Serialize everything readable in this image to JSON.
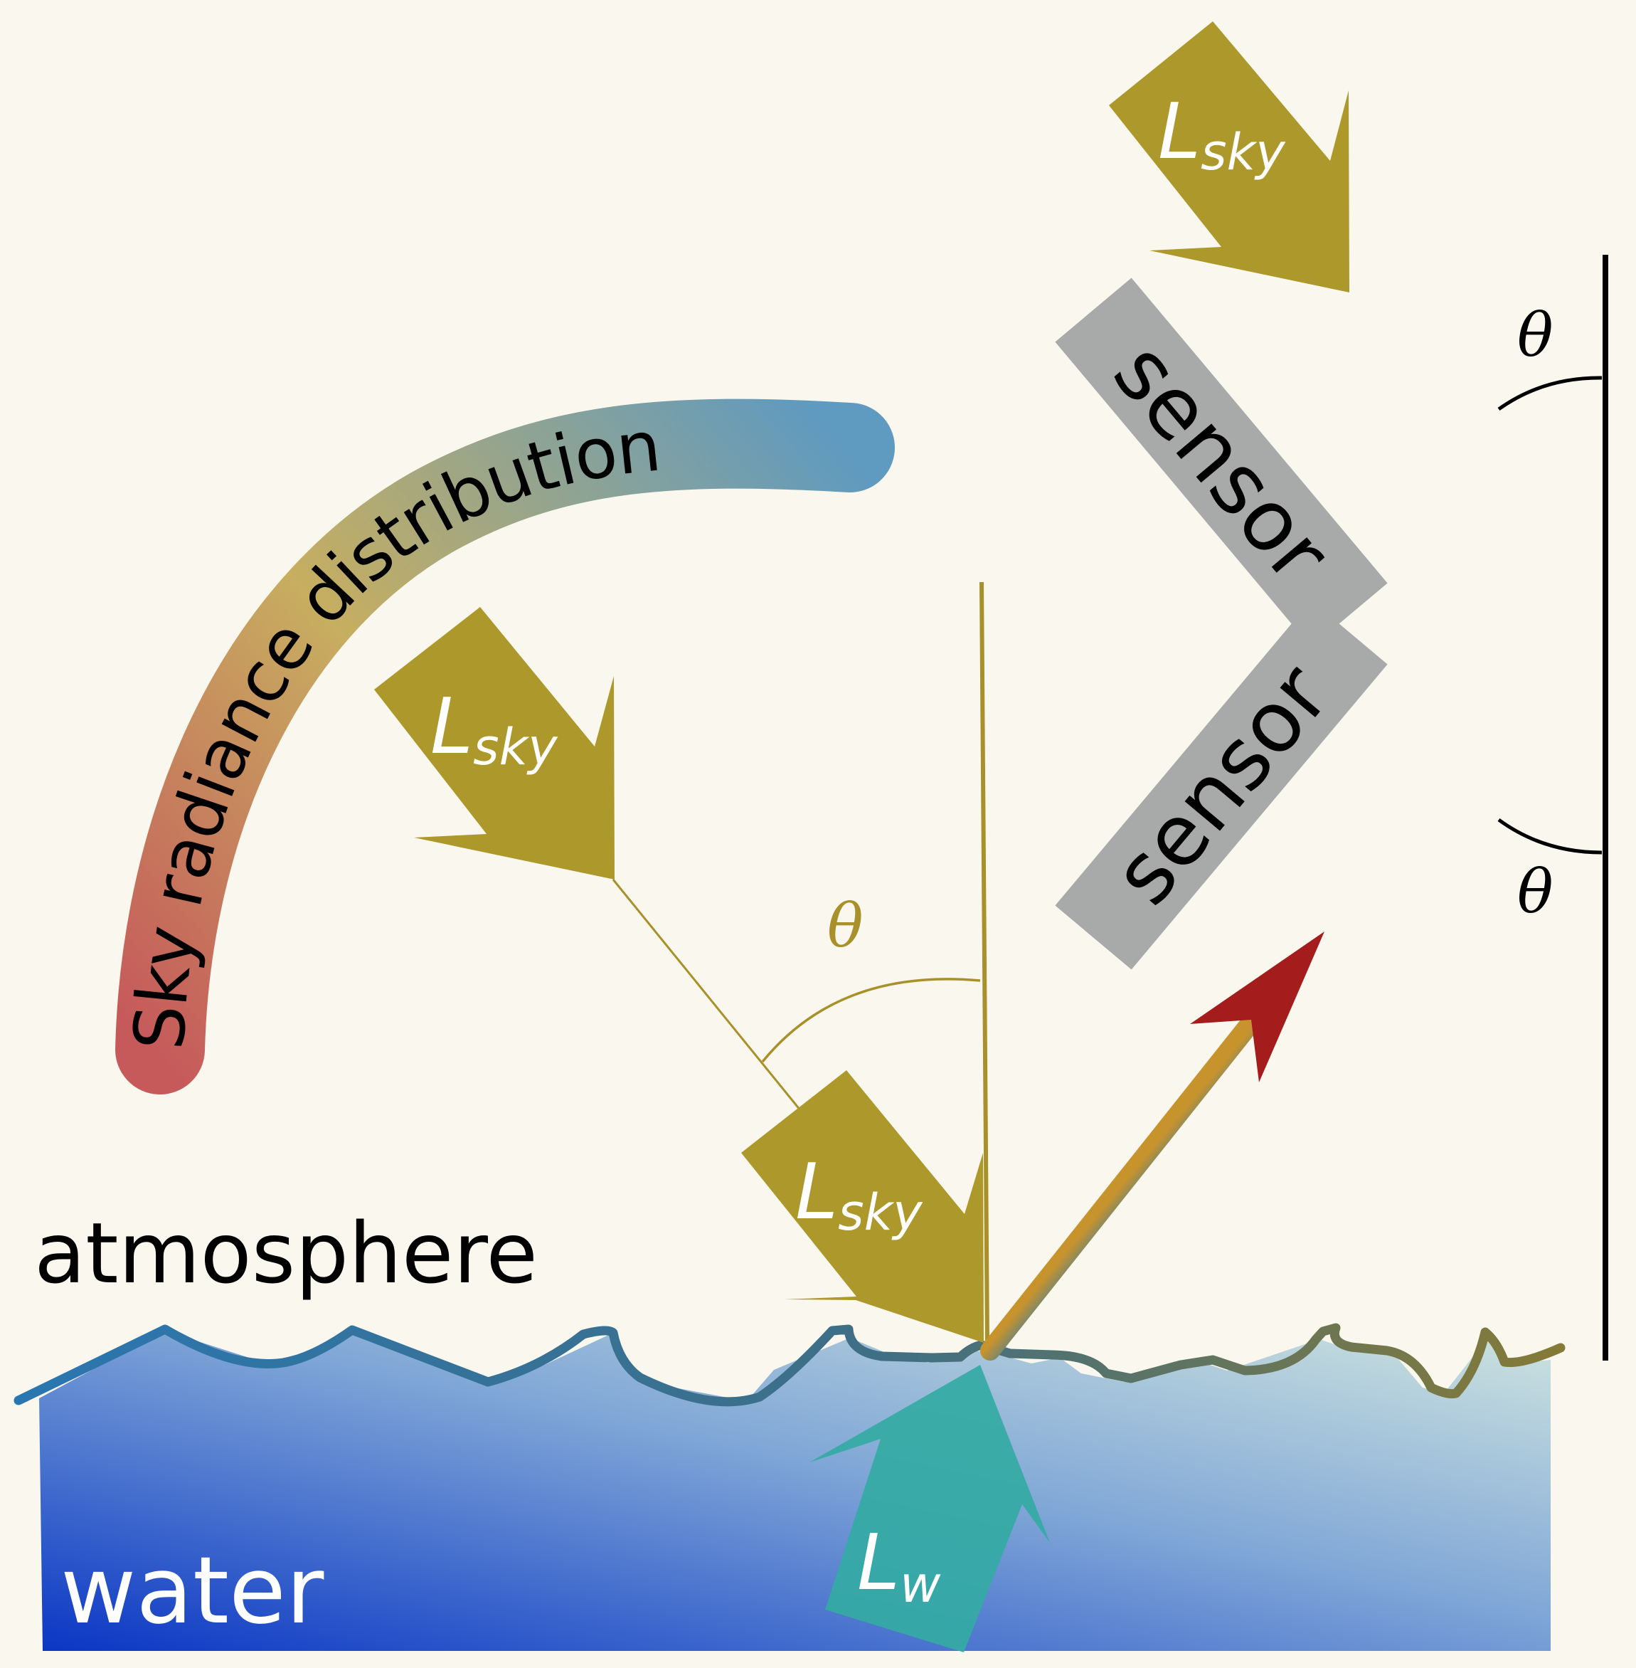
{
  "colors": {
    "background": "#faf8ee",
    "olive": "#ad982b",
    "olive_line": "#a8902a",
    "sensor_gray": "#a8a9a9",
    "teal": "#34aaa4",
    "red": "#a51c1c",
    "blue_edge": "#2a76b0",
    "water_top": "#c7dfe0",
    "water_bottom": "#0a36c4",
    "black": "#000000",
    "white": "#ffffff"
  },
  "labels": {
    "sky_band": "Sky radiance distribution",
    "atmosphere": "atmosphere",
    "water": "water",
    "sensor_top": "sensor",
    "sensor_bottom": "sensor",
    "theta": "θ",
    "l_base": "L",
    "l_sky_sub": "sky",
    "l_w_sub": "w"
  }
}
